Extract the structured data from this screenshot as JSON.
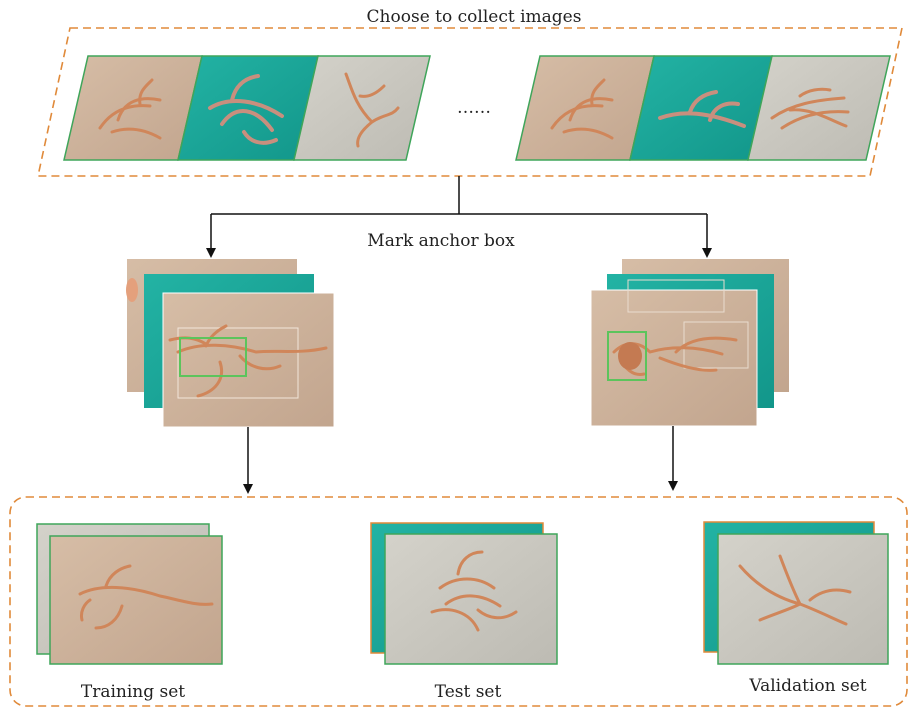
{
  "labels": {
    "collect": "Choose to collect images",
    "dots": "……",
    "mark": "Mark anchor box",
    "training": "Training set",
    "test": "Test set",
    "validation": "Validation set"
  },
  "colors": {
    "dashed_border": "#e08a3a",
    "teal": "#1aa89a",
    "sand": "#cbb29c",
    "concrete": "#c9c7bf",
    "root": "#d0865a",
    "box_green": "#5cc45c",
    "arrow": "#111111"
  }
}
